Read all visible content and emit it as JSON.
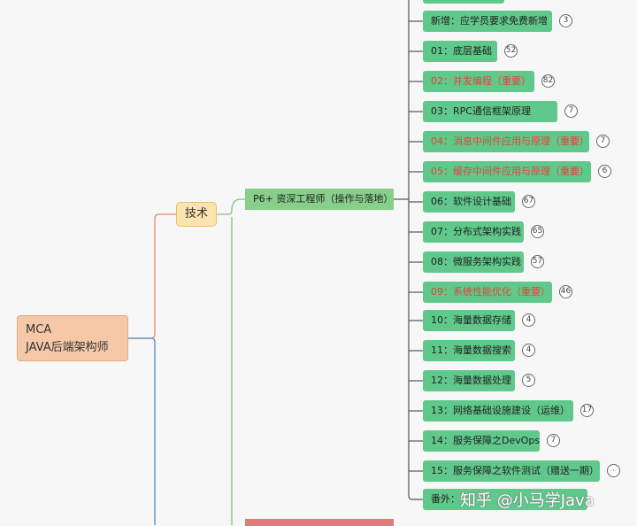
{
  "root": {
    "line1": "MCA",
    "line2": "JAVA后端架构师"
  },
  "tech": {
    "label": "技术"
  },
  "p6": {
    "label": "P6+ 资深工程师（操作与落地）"
  },
  "topics": [
    {
      "label": "新增：应学员要求免费新增",
      "count": "3",
      "highlight": false
    },
    {
      "label": "01：底层基础",
      "count": "52",
      "highlight": false
    },
    {
      "label": "02：并发编程（重要）",
      "count": "82",
      "highlight": true
    },
    {
      "label": "03：RPC通信框架原理",
      "count": "7",
      "highlight": false
    },
    {
      "label": "04：消息中间件应用与原理（重要）",
      "count": "7",
      "highlight": true
    },
    {
      "label": "05：缓存中间件应用与原理（重要）",
      "count": "6",
      "highlight": true
    },
    {
      "label": "06：软件设计基础",
      "count": "67",
      "highlight": false
    },
    {
      "label": "07：分布式架构实践",
      "count": "65",
      "highlight": false
    },
    {
      "label": "08：微服务架构实践",
      "count": "57",
      "highlight": false
    },
    {
      "label": "09：系统性能优化（重要）",
      "count": "46",
      "highlight": true
    },
    {
      "label": "10：海量数据存储",
      "count": "4",
      "highlight": false
    },
    {
      "label": "11：海量数据搜索",
      "count": "4",
      "highlight": false
    },
    {
      "label": "12：海量数据处理",
      "count": "5",
      "highlight": false
    },
    {
      "label": "13：网络基础设施建设（运维）",
      "count": "17",
      "highlight": false
    },
    {
      "label": "14：服务保障之DevOps",
      "count": "7",
      "highlight": false
    },
    {
      "label": "15：服务保障之软件测试（赠送一期）",
      "count": "···",
      "highlight": false
    },
    {
      "label": "番外：",
      "count": "",
      "highlight": false
    }
  ],
  "watermark": "知乎 @小马学Java",
  "colors": {
    "node_green": "#5fc88a",
    "highlight_red": "#e0453a",
    "root_orange": "#f5c9a8",
    "tech_yellow": "#fde3b0",
    "p6_green": "#87cf8a"
  }
}
